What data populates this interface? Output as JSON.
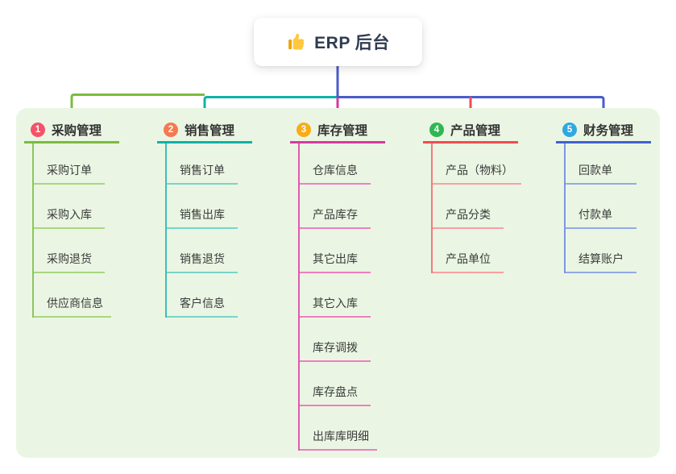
{
  "root": {
    "title": "ERP 后台",
    "icon": "thumbs-up-icon"
  },
  "panel": {
    "bg_color": "#eaf6e3"
  },
  "connectors": {
    "root_color": "#4a5ccb"
  },
  "branches": [
    {
      "badge": "1",
      "title": "采购管理",
      "colors": {
        "badge": "#f6516a",
        "line": "#7cbb3f",
        "item_line": "#a9d67f",
        "vertical": "#8cc55f"
      },
      "items": [
        "采购订单",
        "采购入库",
        "采购退货",
        "供应商信息"
      ]
    },
    {
      "badge": "2",
      "title": "销售管理",
      "colors": {
        "badge": "#f6794f",
        "line": "#10b2a6",
        "item_line": "#79d4ca",
        "vertical": "#3cc0b5"
      },
      "items": [
        "销售订单",
        "销售出库",
        "销售退货",
        "客户信息"
      ]
    },
    {
      "badge": "3",
      "title": "库存管理",
      "colors": {
        "badge": "#f8ac18",
        "line": "#d6399f",
        "item_line": "#ef7ec2",
        "vertical": "#e158b0"
      },
      "items": [
        "仓库信息",
        "产品库存",
        "其它出库",
        "其它入库",
        "库存调拨",
        "库存盘点",
        "出库库明细"
      ]
    },
    {
      "badge": "4",
      "title": "产品管理",
      "colors": {
        "badge": "#30b752",
        "line": "#f54a4f",
        "item_line": "#f99fa2",
        "vertical": "#f7797d"
      },
      "items": [
        "产品（物料）",
        "产品分类",
        "产品单位"
      ]
    },
    {
      "badge": "5",
      "title": "财务管理",
      "colors": {
        "badge": "#2fa8e1",
        "line": "#4060d0",
        "item_line": "#93a9e6",
        "vertical": "#7d95e0"
      },
      "items": [
        "回款单",
        "付款单",
        "结算账户"
      ]
    }
  ]
}
